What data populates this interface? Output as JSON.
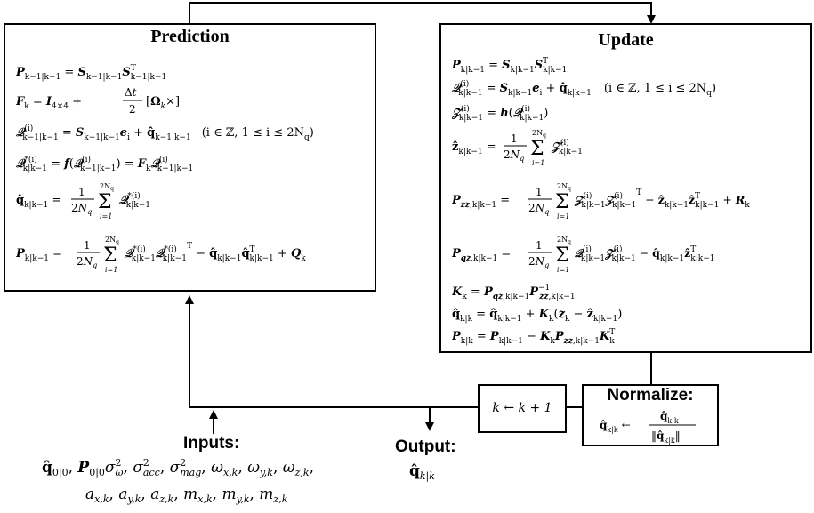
{
  "prediction": {
    "title": "Prediction",
    "equations": [
      "P_{k−1|k−1} = S_{k−1|k−1} S^T_{k−1|k−1}",
      "F_k = I_{4×4} + (Δt/2)[Ω_k ×]",
      "𝒬^{(i)}_{k−1|k−1} = S_{k−1|k−1} e_i + q̂_{k−1|k−1}    (i ∈ ℤ, 1 ≤ i ≤ 2N_q)",
      "𝒬^{*(i)}_{k|k−1} = f(𝒬^{(i)}_{k−1|k−1}) = F_k 𝒬^{(i)}_{k−1|k−1}",
      "q̂_{k|k−1} = (1/2N_q) Σ_{i=1}^{2N_q} 𝒬^{*(i)}_{k|k−1}",
      "P_{k|k−1} = (1/2N_q) Σ_{i=1}^{2N_q} 𝒬^{*(i)}_{k|k−1} 𝒬^{*(i)}_{k|k−1}^T − q̂_{k|k−1} q̂^T_{k|k−1} + Q_k"
    ]
  },
  "update": {
    "title": "Update",
    "equations": [
      "P_{k|k−1} = S_{k|k−1} S^T_{k|k−1}",
      "𝒬^{(i)}_{k|k−1} = S_{k|k−1} e_i + q̂_{k|k−1}    (i ∈ ℤ, 1 ≤ i ≤ 2N_q)",
      "𝒵^{(i)}_{k|k−1} = h(𝒬^{(i)}_{k|k−1})",
      "ẑ_{k|k−1} = (1/2N_q) Σ_{i=1}^{2N_q} 𝒵^{(i)}_{k|k−1}",
      "P_{zz,k|k−1} = (1/2N_q) Σ_{i=1}^{2N_q} 𝒵^{(i)}_{k|k−1} 𝒵^{(i)}_{k|k−1}^T − ẑ_{k|k−1} ẑ^T_{k|k−1} + R_k",
      "P_{qz,k|k−1} = (1/2N_q) Σ_{i=1}^{2N_q} 𝒬^{(i)}_{k|k−1} 𝒵^{(i)}_{k|k−1} − q̂_{k|k−1} ẑ^T_{k|k−1}",
      "K_k = P_{qz,k|k−1} P^{−1}_{zz,k|k−1}",
      "q̂_{k|k} = q̂_{k|k−1} + K_k(z_k − ẑ_{k|k−1})",
      "P_{k|k} = P_{k|k−1} − K_k P_{zz,k|k−1} K^T_k"
    ]
  },
  "increment": {
    "label": "k ← k + 1"
  },
  "normalize": {
    "title": "Normalize:",
    "equation": "q̂_{k|k} ← q̂_{k|k} / ‖q̂_{k|k}‖"
  },
  "inputs": {
    "title": "Inputs:",
    "line1": "q̂_{0|0}, P_{0|0} σ²_ω, σ²_{acc}, σ²_{mag}, ω_{x,k}, ω_{y,k}, ω_{z,k},",
    "line2": "a_{x,k}, a_{y,k}, a_{z,k}, m_{x,k}, m_{y,k}, m_{z,k}"
  },
  "output": {
    "title": "Output:",
    "value": "q̂_{k|k}"
  }
}
